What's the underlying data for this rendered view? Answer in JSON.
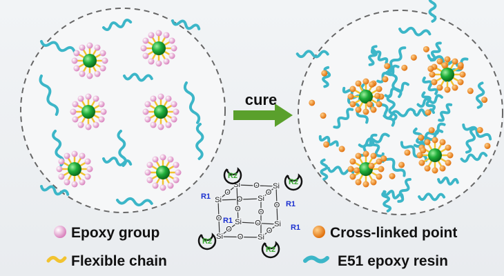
{
  "arrow": {
    "label": "cure",
    "color": "#5aa02c"
  },
  "legend": {
    "epoxy_group": "Epoxy group",
    "flexible_chain": "Flexible chain",
    "cross_linked_point": "Cross-linked point",
    "e51_resin": "E51 epoxy resin"
  },
  "molecule": {
    "si": "Si",
    "o": "O",
    "r1": "R1",
    "r2": "R2",
    "r1_color": "#1a2fd0",
    "r2_color": "#3aa832"
  },
  "colors": {
    "core": "#1fae3a",
    "epoxy": "#e7a3cf",
    "chain": "#f2c330",
    "crosslink": "#f08a1c",
    "resin": "#3cb6c8"
  }
}
